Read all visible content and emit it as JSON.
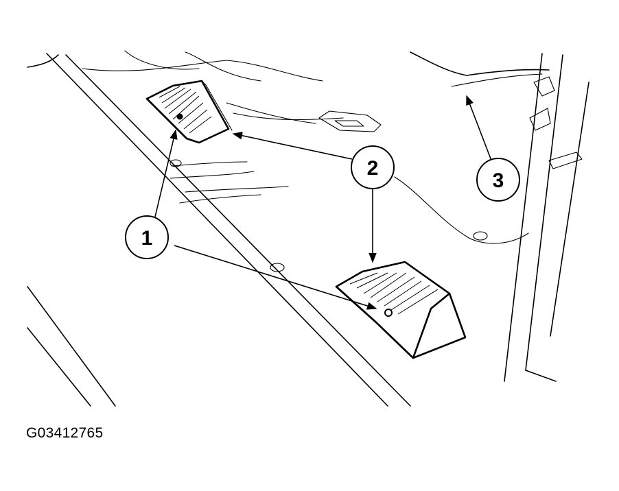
{
  "callouts": [
    {
      "id": "1",
      "label": "1"
    },
    {
      "id": "2",
      "label": "2"
    },
    {
      "id": "3",
      "label": "3"
    }
  ],
  "figure_code": "G03412765"
}
